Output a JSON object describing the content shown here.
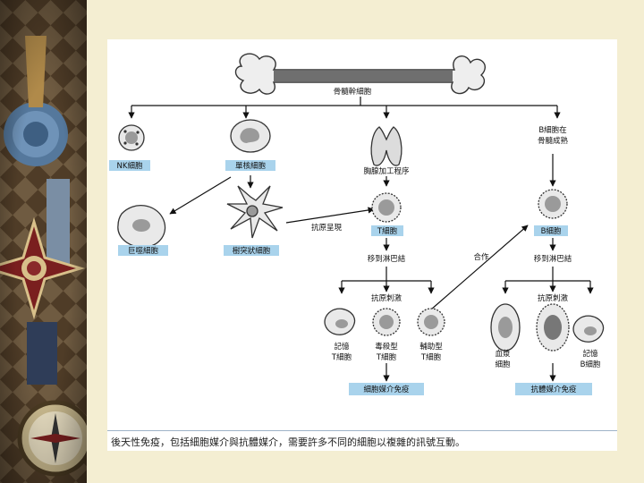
{
  "slide": {
    "caption": "後天性免疫，包括細胞媒介與抗體媒介，需要許多不同的細胞以複雜的訊號互動。"
  },
  "diagram": {
    "colors": {
      "label_box": "#a9d3ec",
      "line": "#111111",
      "cell_outline": "#333333",
      "cell_fill": "#e9e9e9",
      "nucleus": "#9a9a9a"
    },
    "nodes": {
      "bone_marrow": "骨髓幹細胞",
      "nk_cell": "NK細胞",
      "monocyte": "單核細胞",
      "thymus": "胸腺加工程序",
      "b_mature": [
        "B細胞在",
        "骨髓成熟"
      ],
      "macrophage": "巨噬細胞",
      "dendritic": "樹突狀細胞",
      "antigen_presentation": "抗原呈現",
      "t_cell": "T細胞",
      "b_cell": "B細胞",
      "t_to_lymph": "移到淋巴結",
      "cooperation": "合作",
      "b_to_lymph": "移到淋巴結",
      "t_antigen_stim": "抗原刺激",
      "b_antigen_stim": "抗原刺激",
      "memory_t": [
        "記憶",
        "T細胞"
      ],
      "cytotoxic_t": [
        "毒殺型",
        "T細胞"
      ],
      "helper_t": [
        "輔助型",
        "T細胞"
      ],
      "plasma_cell": [
        "血漿",
        "細胞"
      ],
      "memory_b": [
        "記憶",
        "B細胞"
      ],
      "cell_mediated": "細胞媒介免疫",
      "antibody_mediated": "抗體媒介免疫"
    }
  }
}
